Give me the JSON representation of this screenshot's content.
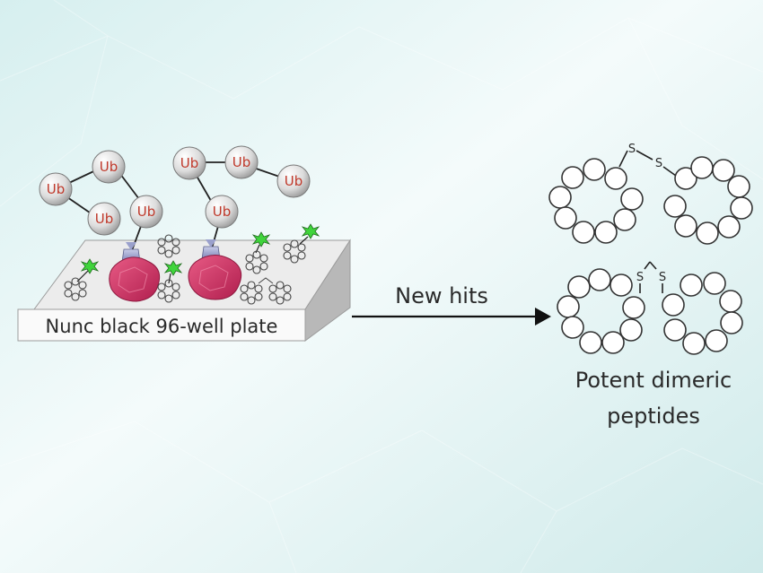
{
  "plate": {
    "label": "Nunc black 96-well plate"
  },
  "ubiquitin": {
    "label": "Ub"
  },
  "arrow": {
    "label": "New hits"
  },
  "result": {
    "line1": "Potent dimeric",
    "line2": "peptides"
  },
  "disulfide": {
    "label": "S"
  },
  "colors": {
    "background": "#e9f6f6",
    "plate_top": "#ececec",
    "plate_side": "#bdbdbd",
    "protein": "#d8336a",
    "ub_text": "#c0392b",
    "fluor": "#3fd43b"
  }
}
